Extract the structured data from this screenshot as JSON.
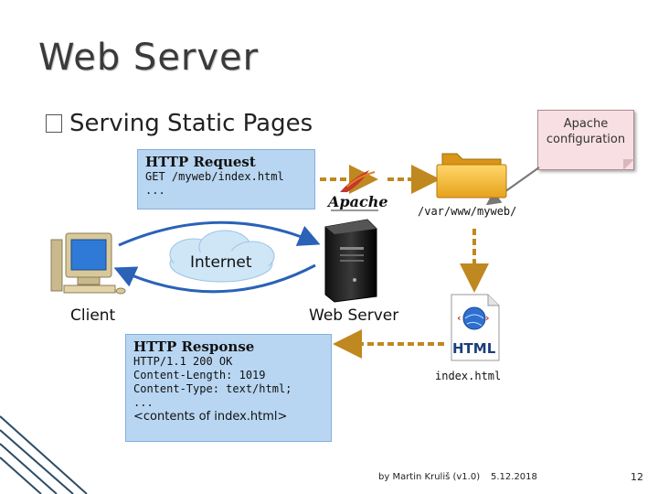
{
  "slide": {
    "title": "Web Server",
    "bullet": "Serving Static Pages",
    "note": "Apache configuration",
    "request": {
      "heading": "HTTP Request",
      "lines": [
        "GET /myweb/index.html",
        "..."
      ]
    },
    "response": {
      "heading": "HTTP Response",
      "lines": [
        "HTTP/1.1 200 OK",
        "Content-Length: 1019",
        "Content-Type: text/html;",
        "..."
      ],
      "contents": "<contents of index.html>"
    },
    "path_label": "/var/www/myweb/",
    "internet_label": "Internet",
    "client_label": "Client",
    "server_label": "Web Server",
    "file_label": "index.html",
    "apache_logo": "Apache",
    "html_icon_text": "HTML",
    "footer": {
      "author": "by Martin Kruliš (v1.0)",
      "date": "5.12.2018",
      "page": "12"
    }
  },
  "icons": [
    "checkbox-bullet-icon",
    "folder-icon",
    "apache-feather-icon",
    "server-tower-icon",
    "client-computer-icon",
    "internet-cloud-icon",
    "html-file-icon"
  ],
  "colors": {
    "request_box": "#b8d6f2",
    "note": "#f8dfe3",
    "arrow": "#c08820",
    "cloud": "#cfe6f7",
    "curve": "#2a62b8"
  }
}
